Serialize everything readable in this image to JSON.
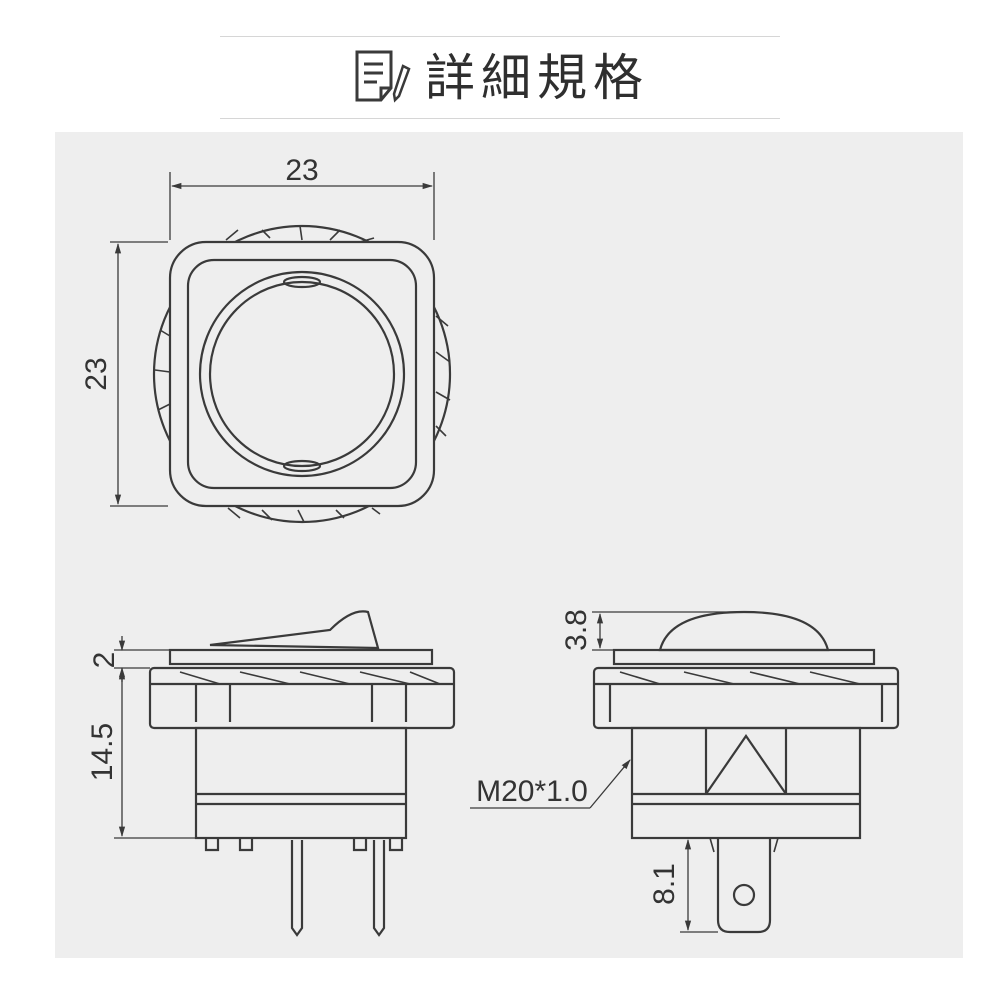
{
  "header": {
    "title": "詳細規格",
    "icon": "document-pencil-icon"
  },
  "dimensions": {
    "top_width": "23",
    "top_height": "23",
    "rocker_height": "2",
    "body_height": "14.5",
    "dome_height": "3.8",
    "thread": "M20*1.0",
    "terminal_length": "8.1"
  },
  "colors": {
    "background": "#ffffff",
    "panel": "#eeeeee",
    "line": "#3a3a3a",
    "text": "#333333"
  }
}
